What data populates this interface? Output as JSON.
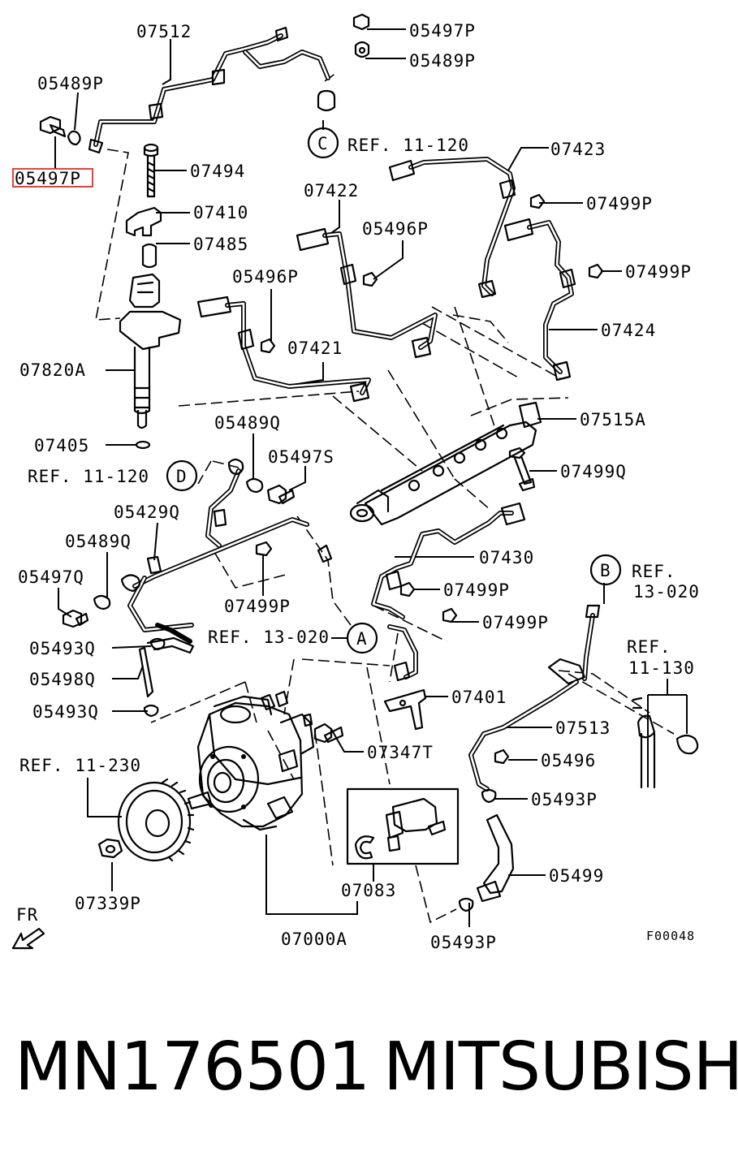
{
  "diagram": {
    "labels": {
      "p07512": "07512",
      "p05497P_top": "05497P",
      "p05489P_top": "05489P",
      "p05489P_left": "05489P",
      "p05497P_left": "05497P",
      "p07494": "07494",
      "p07410": "07410",
      "p07485": "07485",
      "p07820A": "07820A",
      "p07405": "07405",
      "ref_c_letter": "C",
      "ref_c_text": "REF. 11-120",
      "p07423": "07423",
      "p07422": "07422",
      "p05496P_a": "05496P",
      "p07499P_a": "07499P",
      "p07499P_b": "07499P",
      "p05496P_b": "05496P",
      "p07421": "07421",
      "p07424": "07424",
      "p07515A": "07515A",
      "p05489Q_a": "05489Q",
      "p05497S": "05497S",
      "ref_d_text": "REF. 11-120",
      "ref_d_letter": "D",
      "p07499Q": "07499Q",
      "p05429Q": "05429Q",
      "p05489Q_b": "05489Q",
      "p05497Q": "05497Q",
      "p07499P_c": "07499P",
      "p07430": "07430",
      "p07499P_d": "07499P",
      "p07499P_e": "07499P",
      "ref_b_letter": "B",
      "ref_b_text1": "REF.",
      "ref_b_text2": "13-020",
      "ref_a_text": "REF. 13-020",
      "ref_a_letter": "A",
      "ref_11130_1": "REF.",
      "ref_11130_2": "11-130",
      "p05493Q_a": "05493Q",
      "p05498Q": "05498Q",
      "p05493Q_b": "05493Q",
      "p07401": "07401",
      "p07513": "07513",
      "p07347T": "07347T",
      "p05496": "05496",
      "ref_11230": "REF. 11-230",
      "p05493P_a": "05493P",
      "p05499": "05499",
      "p07339P": "07339P",
      "p07083": "07083",
      "fr": "FR",
      "p07000A": "07000A",
      "p05493P_b": "05493P",
      "figure_code": "F00048"
    },
    "highlight_color": "#e8413c"
  },
  "footer": {
    "part_number": "MN176501",
    "brand": "MITSUBISHI"
  }
}
